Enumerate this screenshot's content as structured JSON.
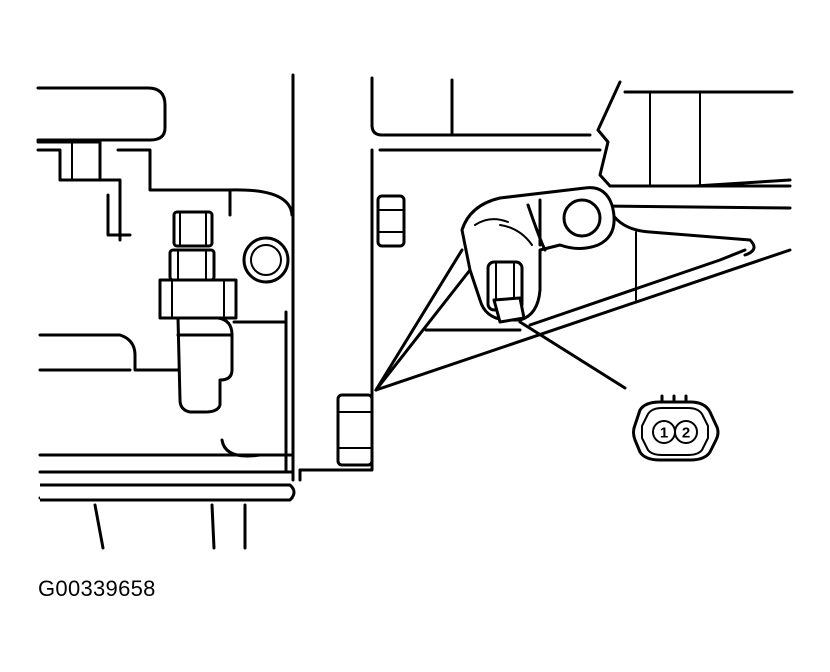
{
  "figure": {
    "id_code": "G00339658"
  },
  "connector": {
    "pins": [
      "1",
      "2"
    ]
  }
}
